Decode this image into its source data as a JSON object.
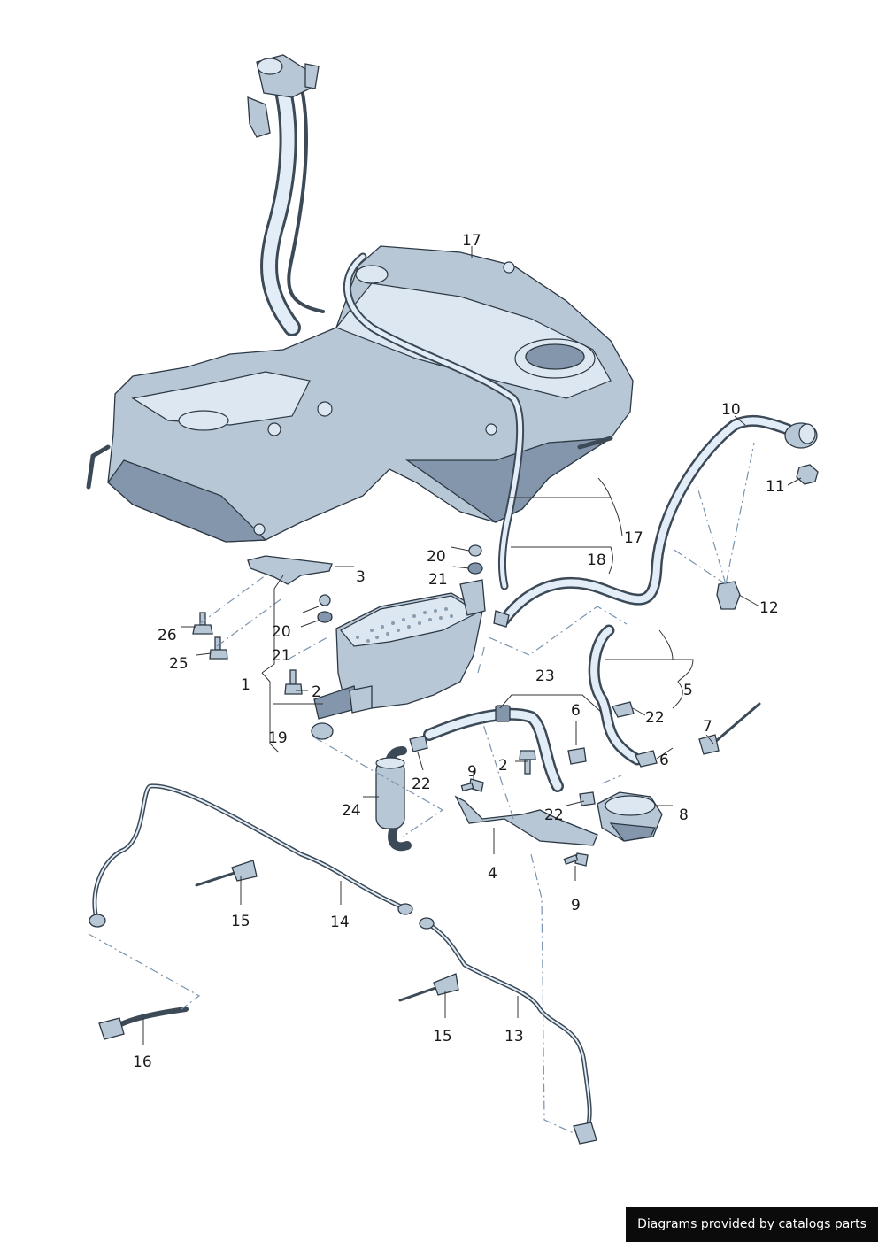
{
  "callouts": {
    "c1": "1",
    "c2a": "2",
    "c2b": "2",
    "c3": "3",
    "c4": "4",
    "c5": "5",
    "c6a": "6",
    "c6b": "6",
    "c7": "7",
    "c8": "8",
    "c9a": "9",
    "c9b": "9",
    "c10": "10",
    "c11": "11",
    "c12": "12",
    "c13": "13",
    "c14": "14",
    "c15a": "15",
    "c15b": "15",
    "c16": "16",
    "c17a": "17",
    "c17b": "17",
    "c18": "18",
    "c19": "19",
    "c20a": "20",
    "c20b": "20",
    "c21a": "21",
    "c21b": "21",
    "c22a": "22",
    "c22b": "22",
    "c22c": "22",
    "c23": "23",
    "c24": "24",
    "c25": "25",
    "c26": "26"
  },
  "footer": {
    "text": "Diagrams provided by catalogs parts"
  }
}
